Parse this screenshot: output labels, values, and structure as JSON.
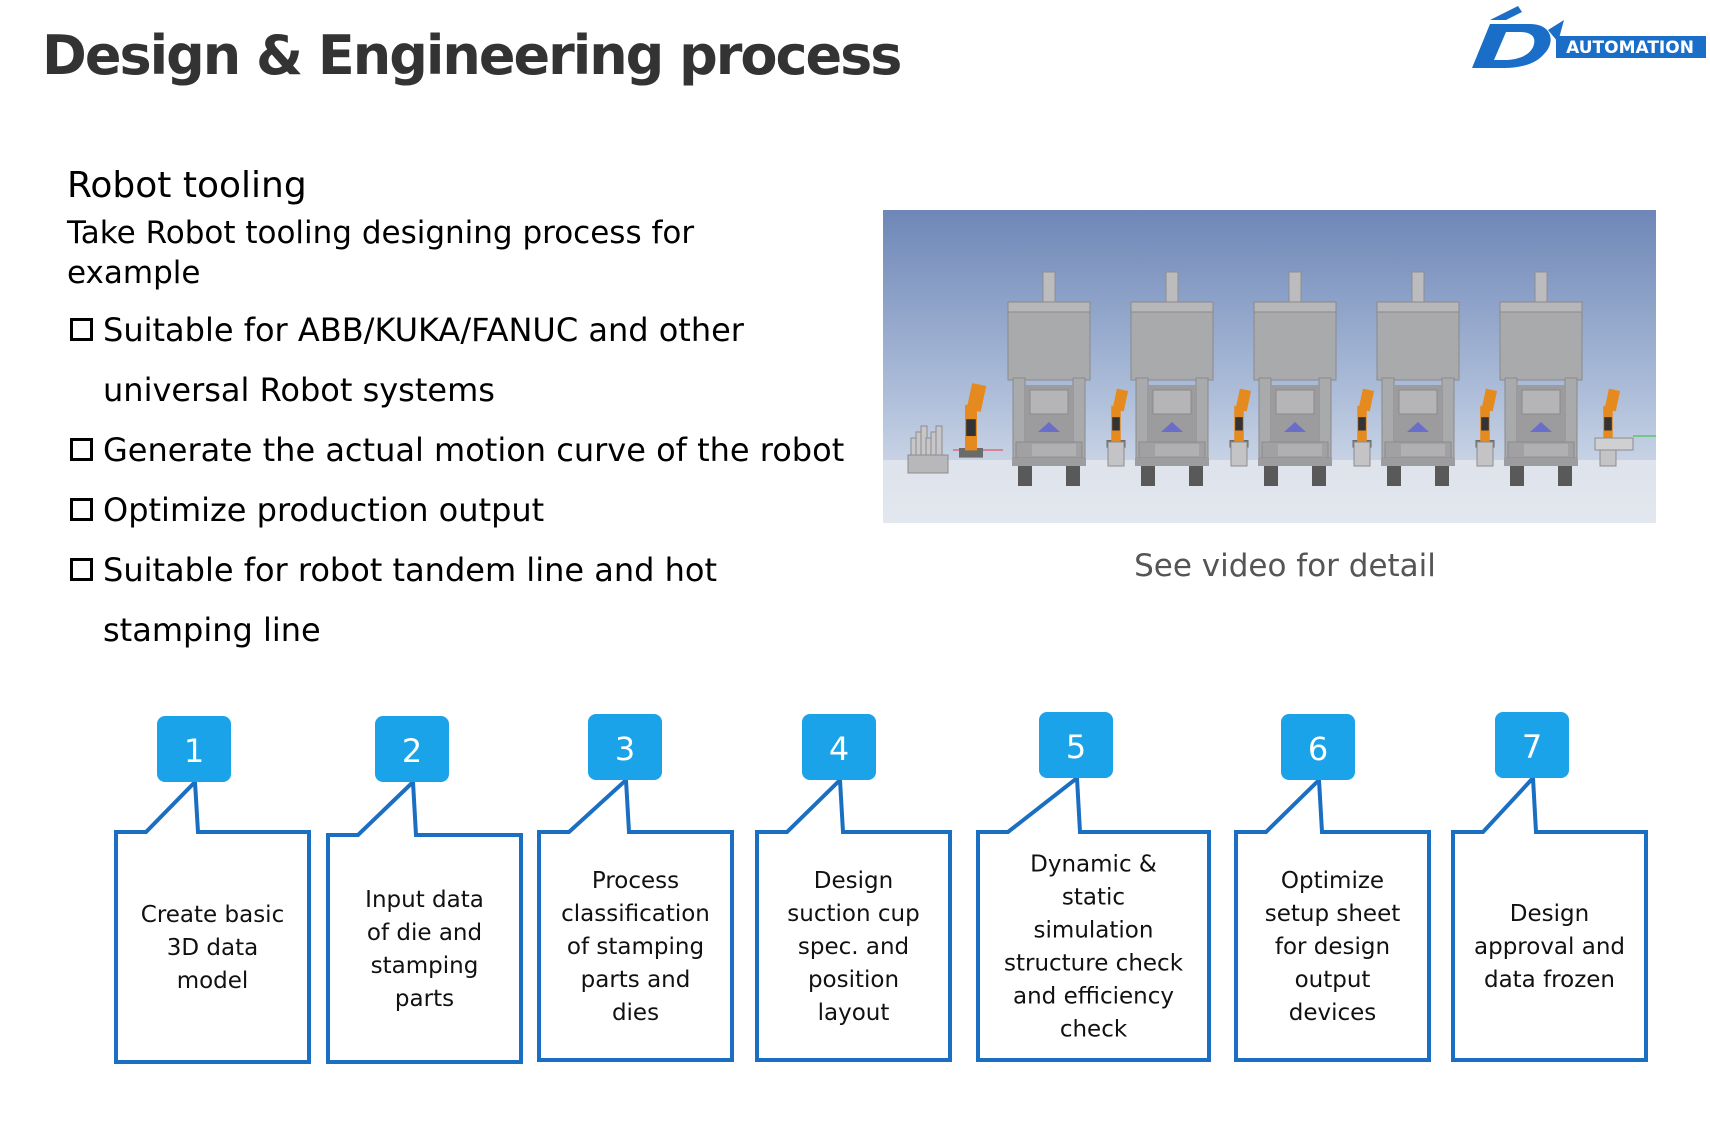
{
  "header": {
    "title": "Design & Engineering process",
    "logo_text": "AUTOMATION",
    "logo_color": "#1a6ec8"
  },
  "section": {
    "heading": "Robot tooling",
    "intro": "Take Robot tooling designing process for example",
    "bullets": [
      {
        "lines": [
          "Suitable for ABB/KUKA/FANUC and other",
          "universal Robot systems"
        ]
      },
      {
        "lines": [
          "Generate the actual motion curve of the robot"
        ]
      },
      {
        "lines": [
          "Optimize production output"
        ]
      },
      {
        "lines": [
          "Suitable for robot tandem line and hot",
          "stamping line"
        ]
      }
    ]
  },
  "media": {
    "caption": "See video for detail"
  },
  "colors": {
    "accent": "#1aa3e8",
    "box_border": "#1a6fc2",
    "press_gray": "#a9aaac",
    "robot_orange": "#e58a1f"
  },
  "steps": [
    {
      "number": "1",
      "lines": [
        "Create basic",
        "3D data",
        "model"
      ]
    },
    {
      "number": "2",
      "lines": [
        "Input data",
        "of die and",
        "stamping",
        "parts"
      ]
    },
    {
      "number": "3",
      "lines": [
        "Process",
        "classification",
        "of stamping",
        "parts and",
        "dies"
      ]
    },
    {
      "number": "4",
      "lines": [
        "Design",
        "suction cup",
        "spec. and",
        "position",
        "layout"
      ]
    },
    {
      "number": "5",
      "lines": [
        "Dynamic &",
        "static",
        "simulation",
        "structure check",
        "and efficiency",
        "check"
      ]
    },
    {
      "number": "6",
      "lines": [
        "Optimize",
        "setup sheet",
        "for design",
        "output",
        "devices"
      ]
    },
    {
      "number": "7",
      "lines": [
        "Design",
        "approval and",
        "data frozen"
      ]
    }
  ]
}
